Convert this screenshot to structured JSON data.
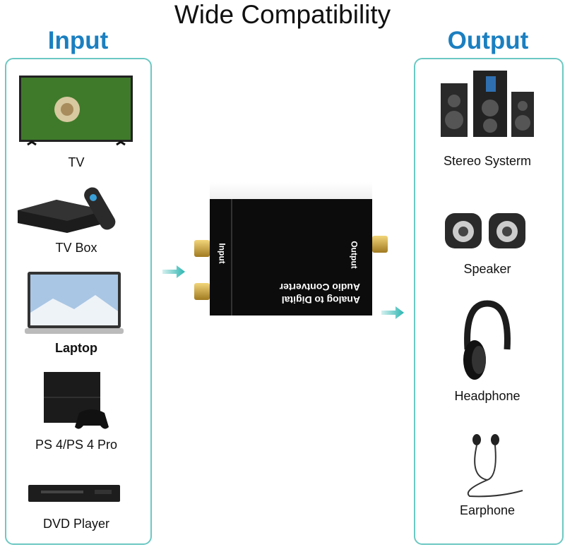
{
  "title": "Wide Compatibility",
  "input": {
    "heading": "Input",
    "items": [
      {
        "label": "TV",
        "icon": "tv-icon"
      },
      {
        "label": "TV Box",
        "icon": "tv-box-icon"
      },
      {
        "label": "Laptop",
        "icon": "laptop-icon"
      },
      {
        "label": "PS 4/PS 4 Pro",
        "icon": "game-console-icon"
      },
      {
        "label": "DVD Player",
        "icon": "dvd-player-icon"
      }
    ]
  },
  "output": {
    "heading": "Output",
    "items": [
      {
        "label": "Stereo Systerm",
        "icon": "stereo-system-icon"
      },
      {
        "label": "Speaker",
        "icon": "speaker-icon"
      },
      {
        "label": "Headphone",
        "icon": "headphone-icon"
      },
      {
        "label": "Earphone",
        "icon": "earphone-icon"
      }
    ]
  },
  "device": {
    "input_label": "Input",
    "output_label": "Output",
    "name_line1": "Analog to Digital",
    "name_line2": "Audio Contverter"
  },
  "colors": {
    "accent": "#1b7fc0",
    "panel_border": "#6cc8c3",
    "arrow": "#2bb5b0"
  }
}
